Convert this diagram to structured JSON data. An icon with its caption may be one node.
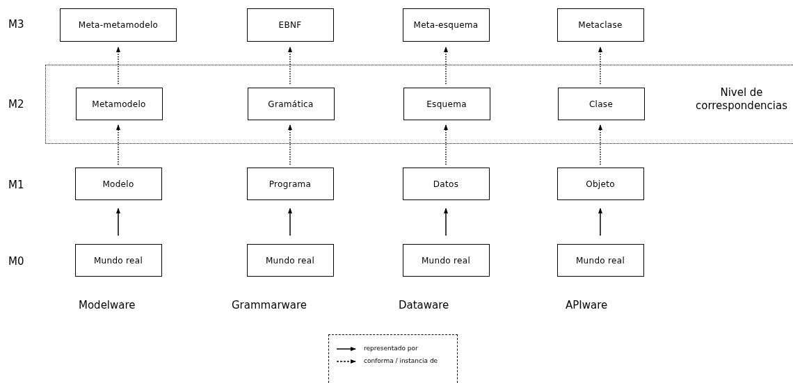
{
  "diagram": {
    "nodes": [
      {
        "text": [
          "Meta-metamodelo"
        ]
      },
      {
        "text": [
          "EBNF"
        ]
      },
      {
        "text": [
          "Meta-esquema"
        ]
      },
      {
        "text": [
          "Metaclase"
        ]
      },
      {
        "text": [
          "Nivel de correspondencias"
        ]
      },
      {
        "text": [
          "Metamodelo"
        ],
        "in": 4
      },
      {
        "text": [
          "Gramática"
        ],
        "in": 4
      },
      {
        "text": [
          "Esquema"
        ],
        "in": 4
      },
      {
        "text": [
          "Clase"
        ],
        "in": 4
      },
      {
        "text": [
          "Modelo"
        ]
      },
      {
        "text": [
          "Programa"
        ]
      },
      {
        "text": [
          "Datos"
        ]
      },
      {
        "text": [
          "Objeto"
        ]
      },
      {
        "text": [
          "Mundo real"
        ]
      },
      {
        "text": [
          "Mundo real"
        ]
      },
      {
        "text": [
          "Mundo real"
        ]
      },
      {
        "text": [
          "Mundo real"
        ]
      }
    ],
    "edges": [
      {
        "from": 13,
        "to": 9,
        "arrow": "to"
      },
      {
        "from": 14,
        "to": 10,
        "arrow": "to"
      },
      {
        "from": 15,
        "to": 11,
        "arrow": "to"
      },
      {
        "from": 16,
        "to": 12,
        "arrow": "to"
      },
      {
        "from": 9,
        "to": 5,
        "arrow": "to",
        "style": "dashed"
      },
      {
        "from": 10,
        "to": 6,
        "arrow": "to",
        "style": "dashed"
      },
      {
        "from": 11,
        "to": 7,
        "arrow": "to",
        "style": "dashed"
      },
      {
        "from": 12,
        "to": 8,
        "arrow": "to",
        "style": "dashed"
      },
      {
        "from": 5,
        "to": 0,
        "arrow": "to",
        "style": "dashed"
      },
      {
        "from": 6,
        "to": 1,
        "arrow": "to",
        "style": "dashed"
      },
      {
        "from": 7,
        "to": 2,
        "arrow": "to",
        "style": "dashed"
      },
      {
        "from": 8,
        "to": 3,
        "arrow": "to",
        "style": "dashed"
      }
    ],
    "labels": [
      "M3",
      "M2",
      "M1",
      "M0",
      "Modelware",
      "Grammarware",
      "Dataware",
      "APIware"
    ],
    "legend": [
      {
        "text": "representado por"
      },
      {
        "text": "conforma / instancia de"
      }
    ]
  }
}
